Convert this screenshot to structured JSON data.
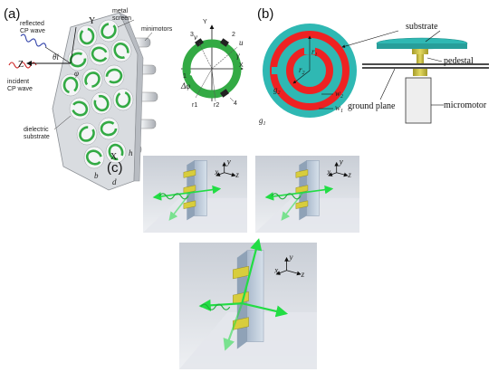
{
  "panels": {
    "a": "(a)",
    "b": "(b)",
    "c": "(c)"
  },
  "panel_a": {
    "reflected_wave": "reflected\nCP wave",
    "incident_wave": "incident\nCP wave",
    "metal_screen": "metal\nscreen",
    "minimotors": "minimotors",
    "dielectric_substrate": "dielectric\nsubstrate",
    "axis_y": "Y",
    "axis_z": "Z",
    "axis_x": "X",
    "theta": "θi",
    "phi": "φ",
    "dim_b": "b",
    "dim_d": "d",
    "dim_h": "h",
    "cell_axis_y": "Y",
    "cell_axis_x": "X",
    "cell_u": "u",
    "cell_v": "v",
    "cell_gamma": "γ",
    "cell_dphi": "Δφ",
    "cell_1": "1",
    "cell_2": "2",
    "cell_3": "3",
    "cell_4": "4",
    "cell_r1": "r1",
    "cell_r2": "r2"
  },
  "panel_b": {
    "substrate": "substrate",
    "pedestal": "pedestal",
    "ground_plane": "ground plane",
    "micromotor": "micromotor",
    "r1": "r",
    "r1_sub": "1",
    "r2": "r",
    "r2_sub": "2",
    "w1": "w",
    "w1_sub": "1",
    "w2": "w",
    "w2_sub": "2",
    "g1": "g",
    "g1_sub": "1",
    "g2": "g",
    "g2_sub": "2"
  },
  "panel_c": {
    "axis_x": "x",
    "axis_y": "y",
    "axis_z": "z"
  },
  "colors": {
    "panel_b_disc": "#2fb8b3",
    "panel_b_ring": "#ee2222",
    "panel_a_ring": "#33aa44",
    "panel_c_bar": "#d8cd3c",
    "panel_c_beam": "#22dd44",
    "panel_c_block": "#b7c7d8",
    "panel_c_floor": "#e4e7ec"
  }
}
